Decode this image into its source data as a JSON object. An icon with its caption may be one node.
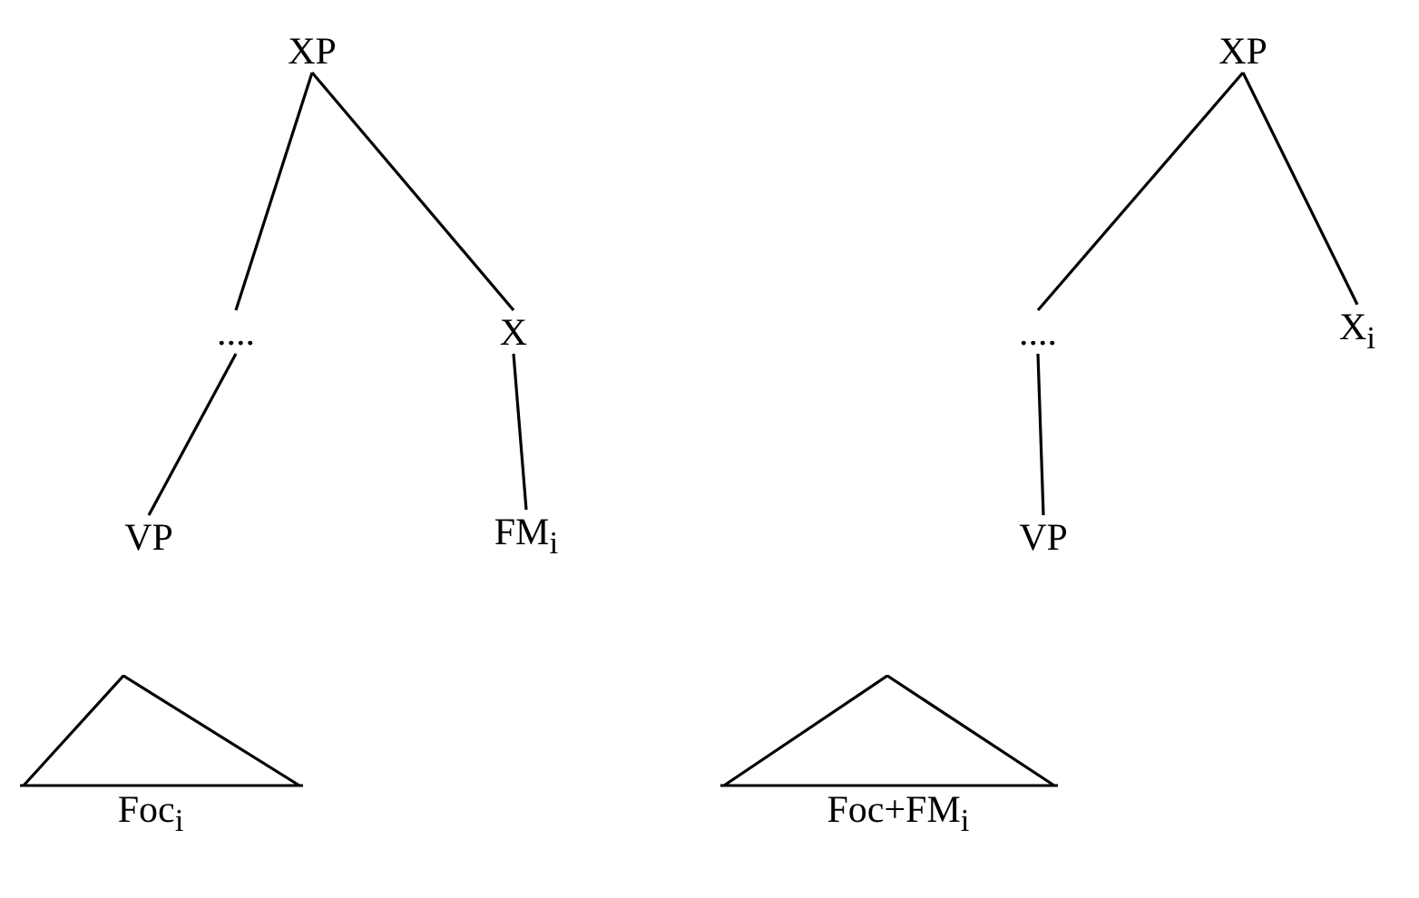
{
  "diagram": {
    "nodes": [
      {
        "text": [
          "XP"
        ]
      },
      {
        "text": [
          "...."
        ]
      },
      {
        "text": [
          "X"
        ]
      },
      {
        "text": [
          "VP"
        ]
      },
      {
        "text": [
          "FM$_{i}$"
        ]
      },
      {
        "text": [
          "Foc$_{i}$"
        ]
      },
      {
        "text": [
          "XP"
        ]
      },
      {
        "text": [
          "...."
        ]
      },
      {
        "text": [
          "X$_{i}$"
        ]
      },
      {
        "text": [
          "VP"
        ]
      },
      {
        "text": [
          "Foc+FM$_{i}$"
        ]
      }
    ],
    "edges": [
      {
        "from": 0,
        "to": 1,
        "arrow": "none"
      },
      {
        "from": 0,
        "to": 2,
        "arrow": "none"
      },
      {
        "from": 1,
        "to": 3,
        "arrow": "none"
      },
      {
        "from": 2,
        "to": 4,
        "arrow": "none"
      },
      {
        "from": 6,
        "to": 7,
        "arrow": "none"
      },
      {
        "from": 6,
        "to": 8,
        "arrow": "none"
      },
      {
        "from": 7,
        "to": 9,
        "arrow": "none"
      }
    ]
  }
}
